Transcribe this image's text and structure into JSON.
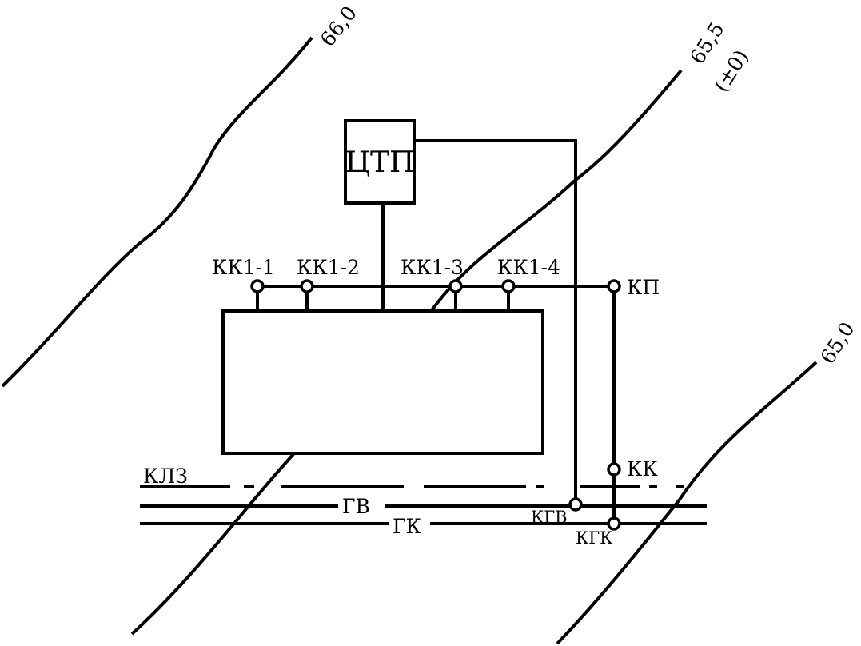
{
  "contours": {
    "c660": "66,0",
    "c655": "65,5",
    "c655_note": "(±0)",
    "c650": "65,0"
  },
  "ctp": {
    "label": "ЦТП"
  },
  "wells": {
    "kk1_1": "КК1-1",
    "kk1_2": "КК1-2",
    "kk1_3": "КК1-3",
    "kk1_4": "КК1-4",
    "kp": "КП",
    "kk": "КК",
    "kgv": "КГВ",
    "kgk": "КГК"
  },
  "networks": {
    "klz": "КЛЗ",
    "gv": "ГВ",
    "gk": "ГК"
  }
}
